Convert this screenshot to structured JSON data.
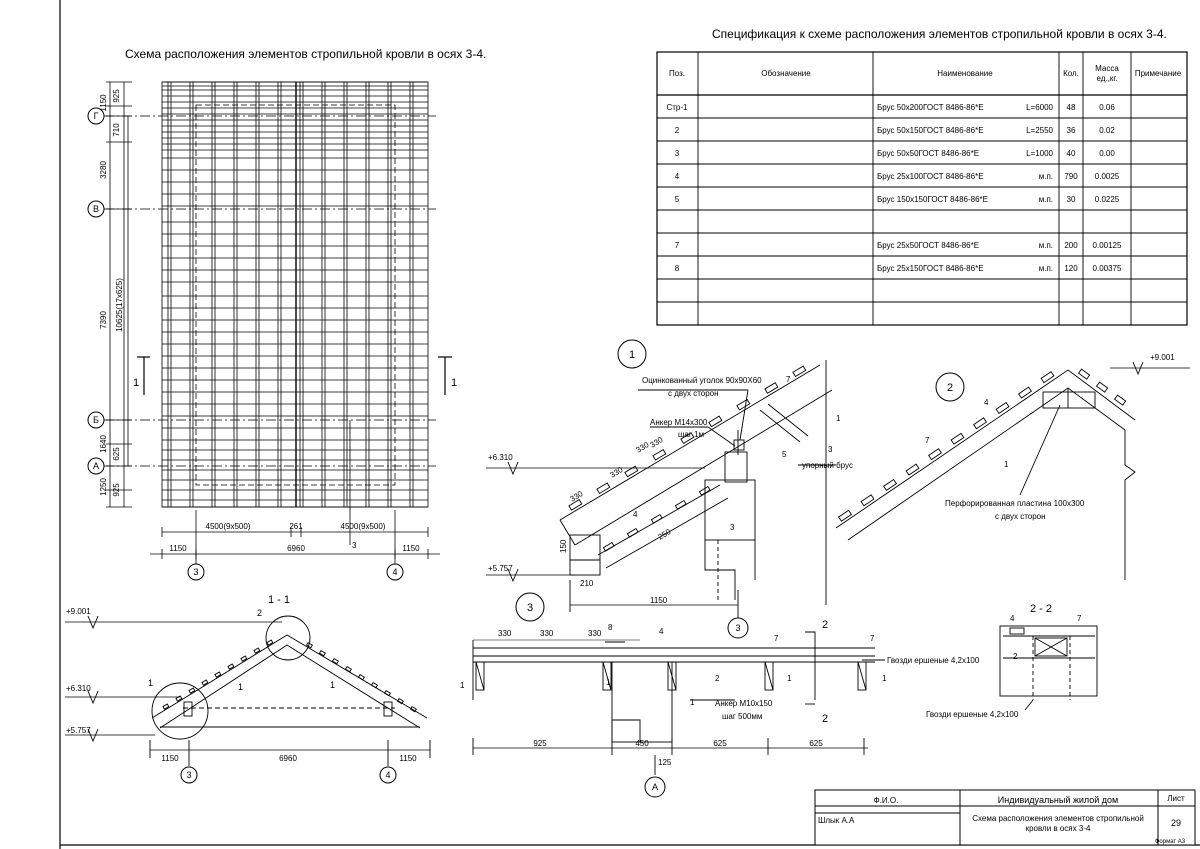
{
  "plan": {
    "title": "Схема расположения элементов стропильной кровли в осях 3-4.",
    "axis_rows": [
      "Г",
      "В",
      "Б",
      "А"
    ],
    "axis_cols": [
      "3",
      "4"
    ],
    "left_dims": [
      "1150",
      "925",
      "710",
      "3280",
      "7390",
      "1640",
      "625",
      "1250",
      "925"
    ],
    "left_dim_long": "10625(17х625)",
    "bottom_inner": [
      "4500(9х500)",
      "261",
      "4500(9х500)"
    ],
    "bottom_outer": [
      "1150",
      "6960",
      "1150"
    ],
    "cut_mark": "1",
    "center_mark": "3"
  },
  "spec": {
    "title": "Спецификация к схеме расположения элементов стропильной кровли в осях 3-4.",
    "headers": {
      "pos": "Поз.",
      "designation": "Обозначение",
      "name": "Наименование",
      "qty": "Кол.",
      "mass_1": "Масса",
      "mass_2": "ед.,кг.",
      "note": "Примечание"
    },
    "rows": [
      {
        "pos": "Стр-1",
        "name": "Брус 50х200ГОСТ 8486-86*Е",
        "len": "L=6000",
        "qty": "48",
        "mass": "0.06"
      },
      {
        "pos": "2",
        "name": "Брус 50х150ГОСТ 8486-86*Е",
        "len": "L=2550",
        "qty": "36",
        "mass": "0.02"
      },
      {
        "pos": "3",
        "name": "Брус 50х50ГОСТ 8486-86*Е",
        "len": "L=1000",
        "qty": "40",
        "mass": "0.00"
      },
      {
        "pos": "4",
        "name": "Брус 25х100ГОСТ 8486-86*Е",
        "len": "м.п.",
        "qty": "790",
        "mass": "0.0025"
      },
      {
        "pos": "5",
        "name": "Брус 150х150ГОСТ 8486-86*Е",
        "len": "м.п.",
        "qty": "30",
        "mass": "0.0225"
      },
      {
        "pos": "",
        "name": "",
        "len": "",
        "qty": "",
        "mass": ""
      },
      {
        "pos": "7",
        "name": "Брус 25х50ГОСТ 8486-86*Е",
        "len": "м.п.",
        "qty": "200",
        "mass": "0.00125"
      },
      {
        "pos": "8",
        "name": "Брус 25х150ГОСТ 8486-86*Е",
        "len": "м.п.",
        "qty": "120",
        "mass": "0.00375"
      },
      {
        "pos": "",
        "name": "",
        "len": "",
        "qty": "",
        "mass": ""
      },
      {
        "pos": "",
        "name": "",
        "len": "",
        "qty": "",
        "mass": ""
      }
    ]
  },
  "section": {
    "title": "1 - 1",
    "levels": [
      "+9.001",
      "+6.310",
      "+5.757"
    ],
    "bottom_dims": [
      "1150",
      "6960",
      "1150"
    ],
    "axis_cols": [
      "3",
      "4"
    ],
    "labels": [
      "1",
      "2",
      "1",
      "1"
    ]
  },
  "node1": {
    "number": "1",
    "corner_label_1": "Оцинкованный уголок 90х90Х60",
    "corner_label_2": "с двух сторон",
    "anchor_1": "Анкер М14х300",
    "anchor_2": "шаг 1м",
    "stop_bar": "упорный брус",
    "levels": [
      "+6.310",
      "+5.757"
    ],
    "dims": [
      "330",
      "330",
      "330",
      "330",
      "250",
      "150",
      "210",
      "1150"
    ],
    "pos_labels": [
      "7",
      "1",
      "3",
      "5",
      "4",
      "3"
    ],
    "axis": "3"
  },
  "node2": {
    "number": "2",
    "level": "+9.001",
    "plate_1": "Перфорированная пластина 100х300",
    "plate_2": "с двух сторон",
    "pos_labels": [
      "4",
      "7",
      "1"
    ]
  },
  "node3": {
    "number": "3",
    "top_dims": [
      "330",
      "330",
      "330"
    ],
    "pos_labels": [
      "8",
      "4",
      "7",
      "7",
      "1",
      "1",
      "2",
      "1",
      "1",
      "1"
    ],
    "nails": "Гвозди ершеные 4,2х100",
    "anchor_1": "Анкер М10х150",
    "anchor_2": "шаг 500мм",
    "bottom_dims": [
      "925",
      "450",
      "625",
      "625"
    ],
    "small_dim": "125",
    "axis": "А",
    "cut": "2"
  },
  "section22": {
    "title": "2 - 2",
    "labels": [
      "4",
      "7",
      "2"
    ],
    "nails": "Гвозди ершеные 4,2х100"
  },
  "stamp": {
    "fio_label": "Ф.И.О.",
    "author": "Шлык А.А",
    "project": "Индивидуальный жилой дом",
    "sheet_title_1": "Схема расположения элементов стропильной",
    "sheet_title_2": "кровли в осях 3-4",
    "sheet_label": "Лист",
    "sheet_no": "29",
    "format": "Формат А3"
  }
}
